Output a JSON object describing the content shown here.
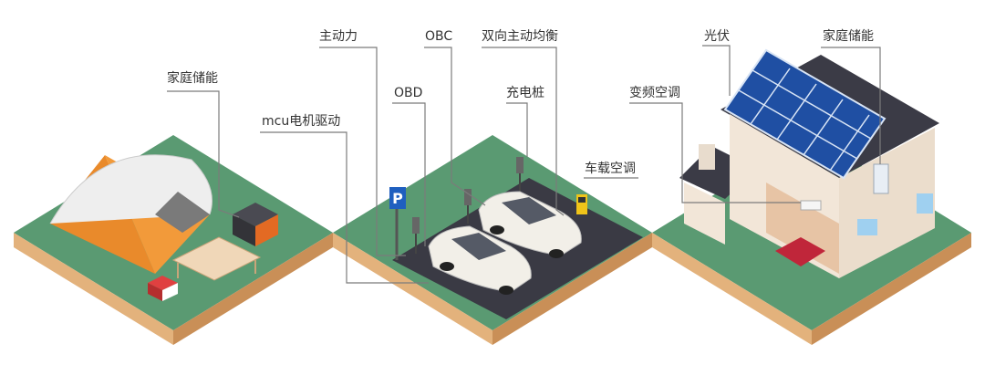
{
  "labels": {
    "home_storage_left": "家庭储能",
    "mcu_drive": "mcu电机驱动",
    "main_power": "主动力",
    "obd": "OBD",
    "obc": "OBC",
    "bidirectional_balance": "双向主动均衡",
    "charging_pile": "充电桩",
    "vehicle_ac": "车载空调",
    "inverter_ac": "变频空调",
    "photovoltaic": "光伏",
    "home_storage_right": "家庭储能"
  },
  "colors": {
    "grass": "#5a9a72",
    "soil_side": "#e3b27c",
    "soil_front": "#c98f57",
    "asphalt": "#3a3a44",
    "solar_panel": "#1f4fa3",
    "roof": "#3b3b46",
    "wall": "#f2e6d8",
    "tent_orange": "#e98a2b",
    "tent_white": "#eeeeee",
    "leader_line": "#7b7b7b",
    "text": "#333333"
  },
  "icons": {
    "parking_sign": "P"
  }
}
